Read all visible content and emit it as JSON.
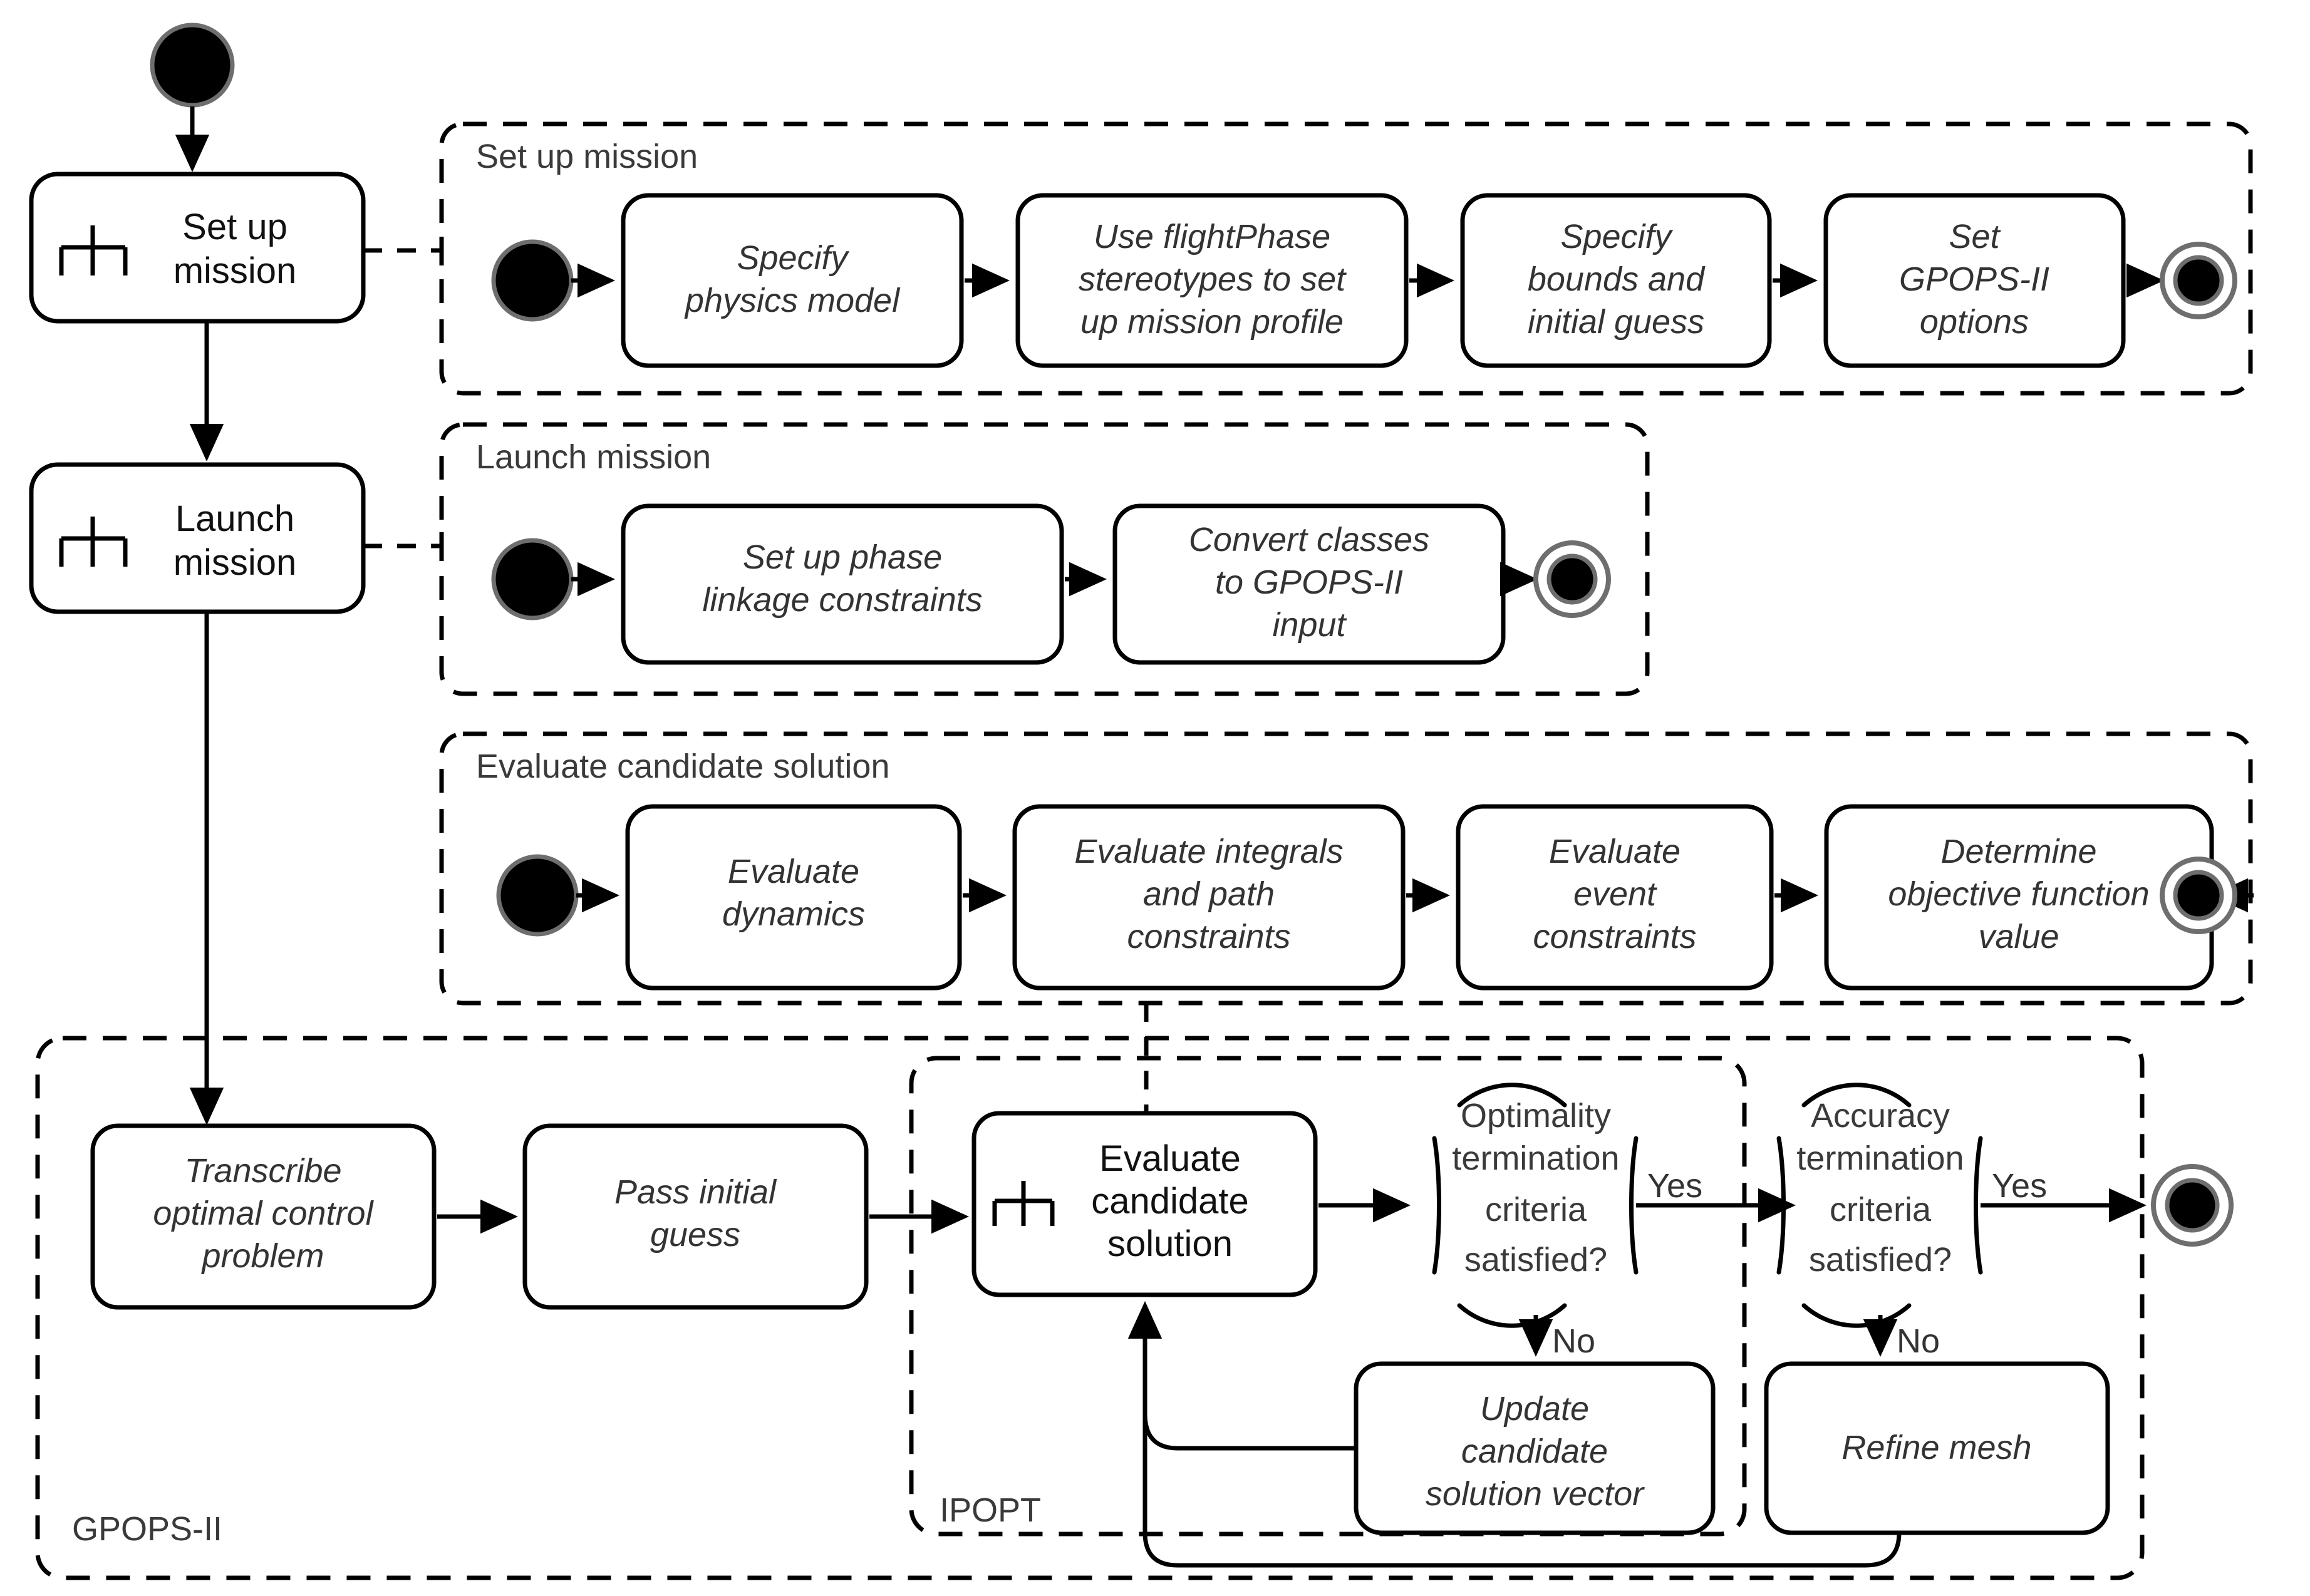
{
  "diagram": {
    "type": "uml-activity-diagram",
    "title_visible": false,
    "colors": {
      "stroke": "#000000",
      "text": "#333333",
      "node_ring": "#6e6e6e",
      "background": "#ffffff"
    }
  },
  "main_flow": {
    "start_node": "initial-node",
    "activities": [
      {
        "id": "setup-mission",
        "label_line1": "Set up",
        "label_line2": "mission",
        "has_rake": true
      },
      {
        "id": "launch-mission",
        "label_line1": "Launch",
        "label_line2": "mission",
        "has_rake": true
      }
    ]
  },
  "lanes": [
    {
      "id": "lane-set-up-mission",
      "title": "Set up mission",
      "actions": [
        {
          "lines": [
            "Specify",
            "physics model"
          ]
        },
        {
          "lines": [
            "Use flightPhase",
            "stereotypes to set",
            "up mission profile"
          ]
        },
        {
          "lines": [
            "Specify",
            "bounds and",
            "initial guess"
          ]
        },
        {
          "lines": [
            "Set",
            "GPOPS-II",
            "options"
          ]
        }
      ]
    },
    {
      "id": "lane-launch-mission",
      "title": "Launch mission",
      "actions": [
        {
          "lines": [
            "Set up phase",
            "linkage constraints"
          ]
        },
        {
          "lines": [
            "Convert classes",
            "to GPOPS-II",
            "input"
          ]
        }
      ]
    },
    {
      "id": "lane-evaluate-candidate-solution",
      "title": "Evaluate candidate solution",
      "actions": [
        {
          "lines": [
            "Evaluate",
            "dynamics"
          ]
        },
        {
          "lines": [
            "Evaluate integrals",
            "and path",
            "constraints"
          ]
        },
        {
          "lines": [
            "Evaluate",
            "event",
            "constraints"
          ]
        },
        {
          "lines": [
            "Determine",
            "objective function",
            "value"
          ]
        }
      ]
    }
  ],
  "gpops_region": {
    "label": "GPOPS-II",
    "actions": [
      {
        "id": "transcribe",
        "lines": [
          "Transcribe",
          "optimal control",
          "problem"
        ]
      },
      {
        "id": "pass-initial-guess",
        "lines": [
          "Pass initial",
          "guess"
        ]
      },
      {
        "id": "refine-mesh",
        "lines": [
          "Refine mesh"
        ]
      }
    ],
    "decision": {
      "id": "accuracy-termination",
      "lines": [
        "Accuracy",
        "termination",
        "criteria",
        "satisfied?"
      ],
      "yes_label": "Yes",
      "no_label": "No"
    }
  },
  "ipopt_region": {
    "label": "IPOPT",
    "actions": [
      {
        "id": "evaluate-candidate-solution",
        "lines": [
          "Evaluate",
          "candidate",
          "solution"
        ],
        "has_rake": true,
        "italic": false
      },
      {
        "id": "update-candidate-solution-vector",
        "lines": [
          "Update",
          "candidate",
          "solution vector"
        ]
      }
    ],
    "decision": {
      "id": "optimality-termination",
      "lines": [
        "Optimality",
        "termination",
        "criteria",
        "satisfied?"
      ],
      "yes_label": "Yes",
      "no_label": "No"
    }
  },
  "end_node": "activity-final-node"
}
